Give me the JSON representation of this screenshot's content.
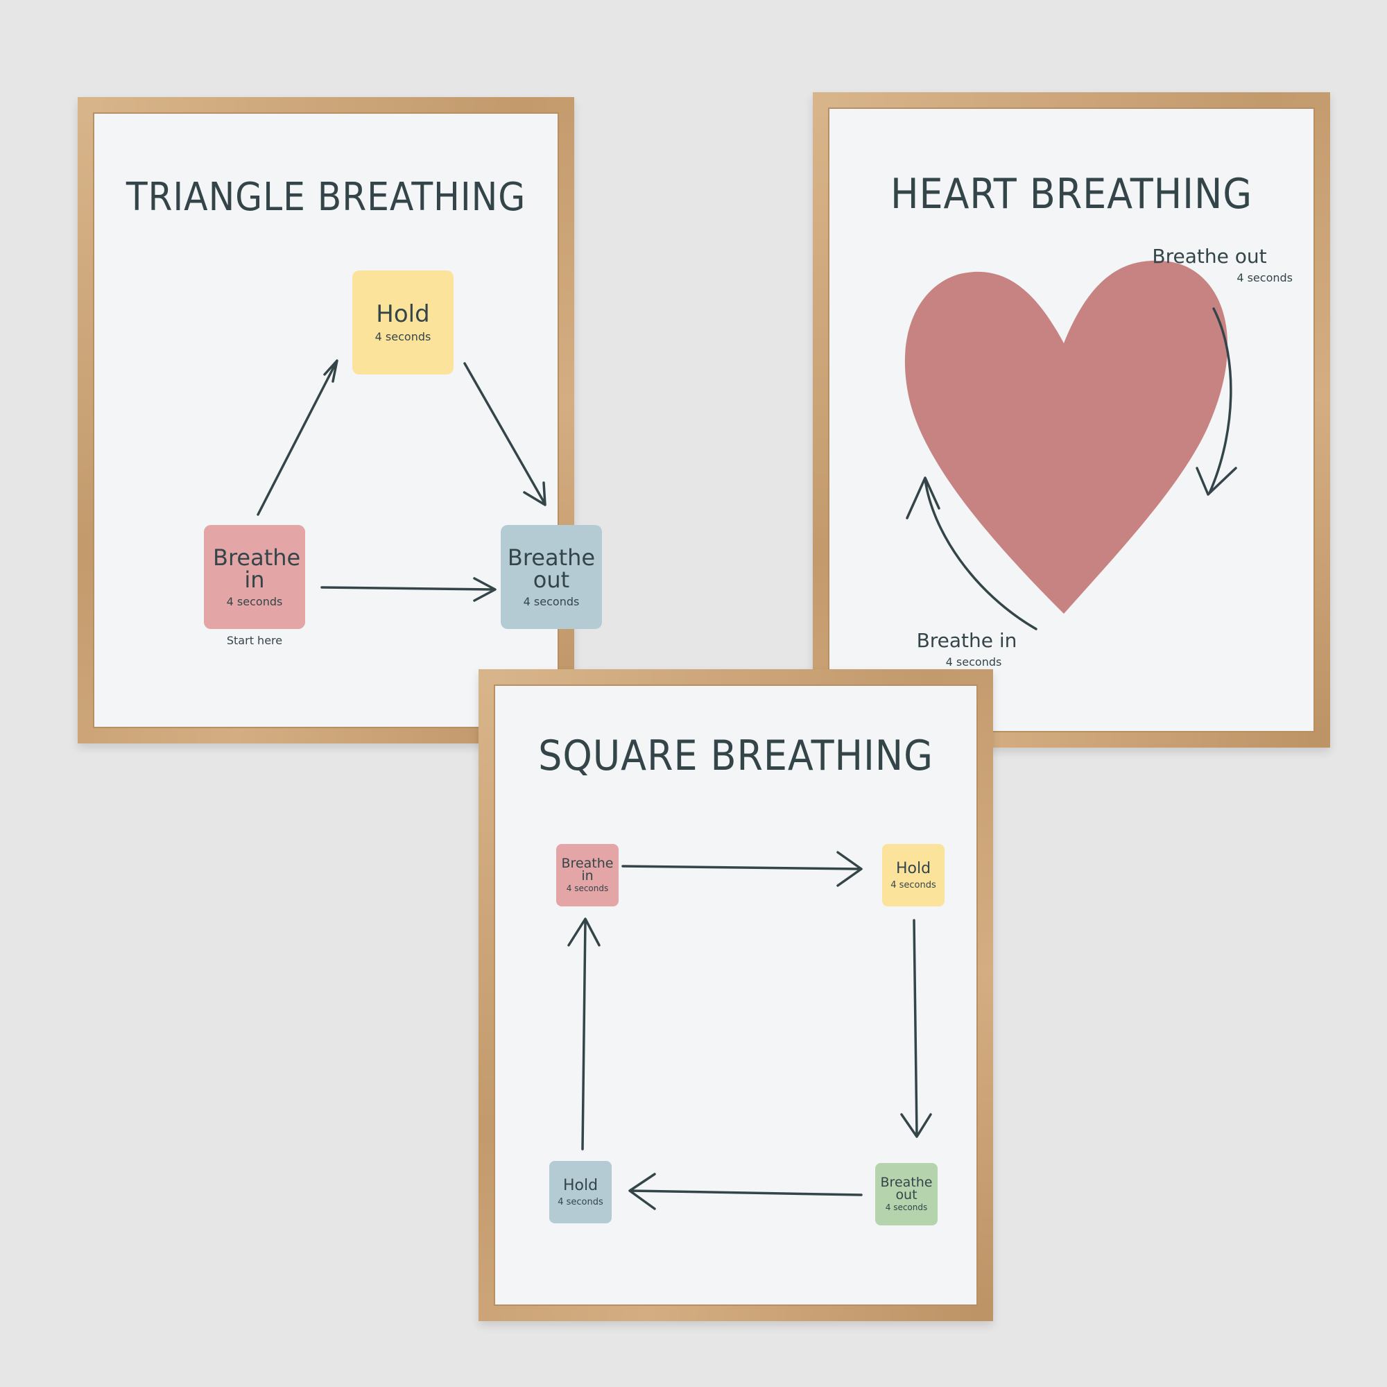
{
  "colors": {
    "background": "#e6e6e6",
    "frame_wood": "#c9a479",
    "paper": "#f4f5f6",
    "ink": "#34454a",
    "pink": "#e3a5a5",
    "yellow": "#fce39b",
    "blue": "#b5cbd4",
    "green": "#b5d3ac",
    "heart": "#c68382"
  },
  "triangle": {
    "title": "TRIANGLE BREATHING",
    "hold": {
      "label": "Hold",
      "sub": "4 seconds"
    },
    "breathe_in": {
      "label": "Breathe in",
      "sub": "4 seconds"
    },
    "breathe_out": {
      "label": "Breathe out",
      "sub": "4 seconds"
    },
    "start_note": "Start here"
  },
  "heart": {
    "title": "HEART BREATHING",
    "breathe_out": {
      "label": "Breathe out",
      "sub": "4 seconds"
    },
    "breathe_in": {
      "label": "Breathe in",
      "sub": "4 seconds"
    }
  },
  "square": {
    "title": "SQUARE BREATHING",
    "breathe_in": {
      "label": "Breathe in",
      "sub": "4 seconds"
    },
    "hold_top": {
      "label": "Hold",
      "sub": "4 seconds"
    },
    "breathe_out": {
      "label": "Breathe out",
      "sub": "4 seconds"
    },
    "hold_bottom": {
      "label": "Hold",
      "sub": "4 seconds"
    }
  }
}
